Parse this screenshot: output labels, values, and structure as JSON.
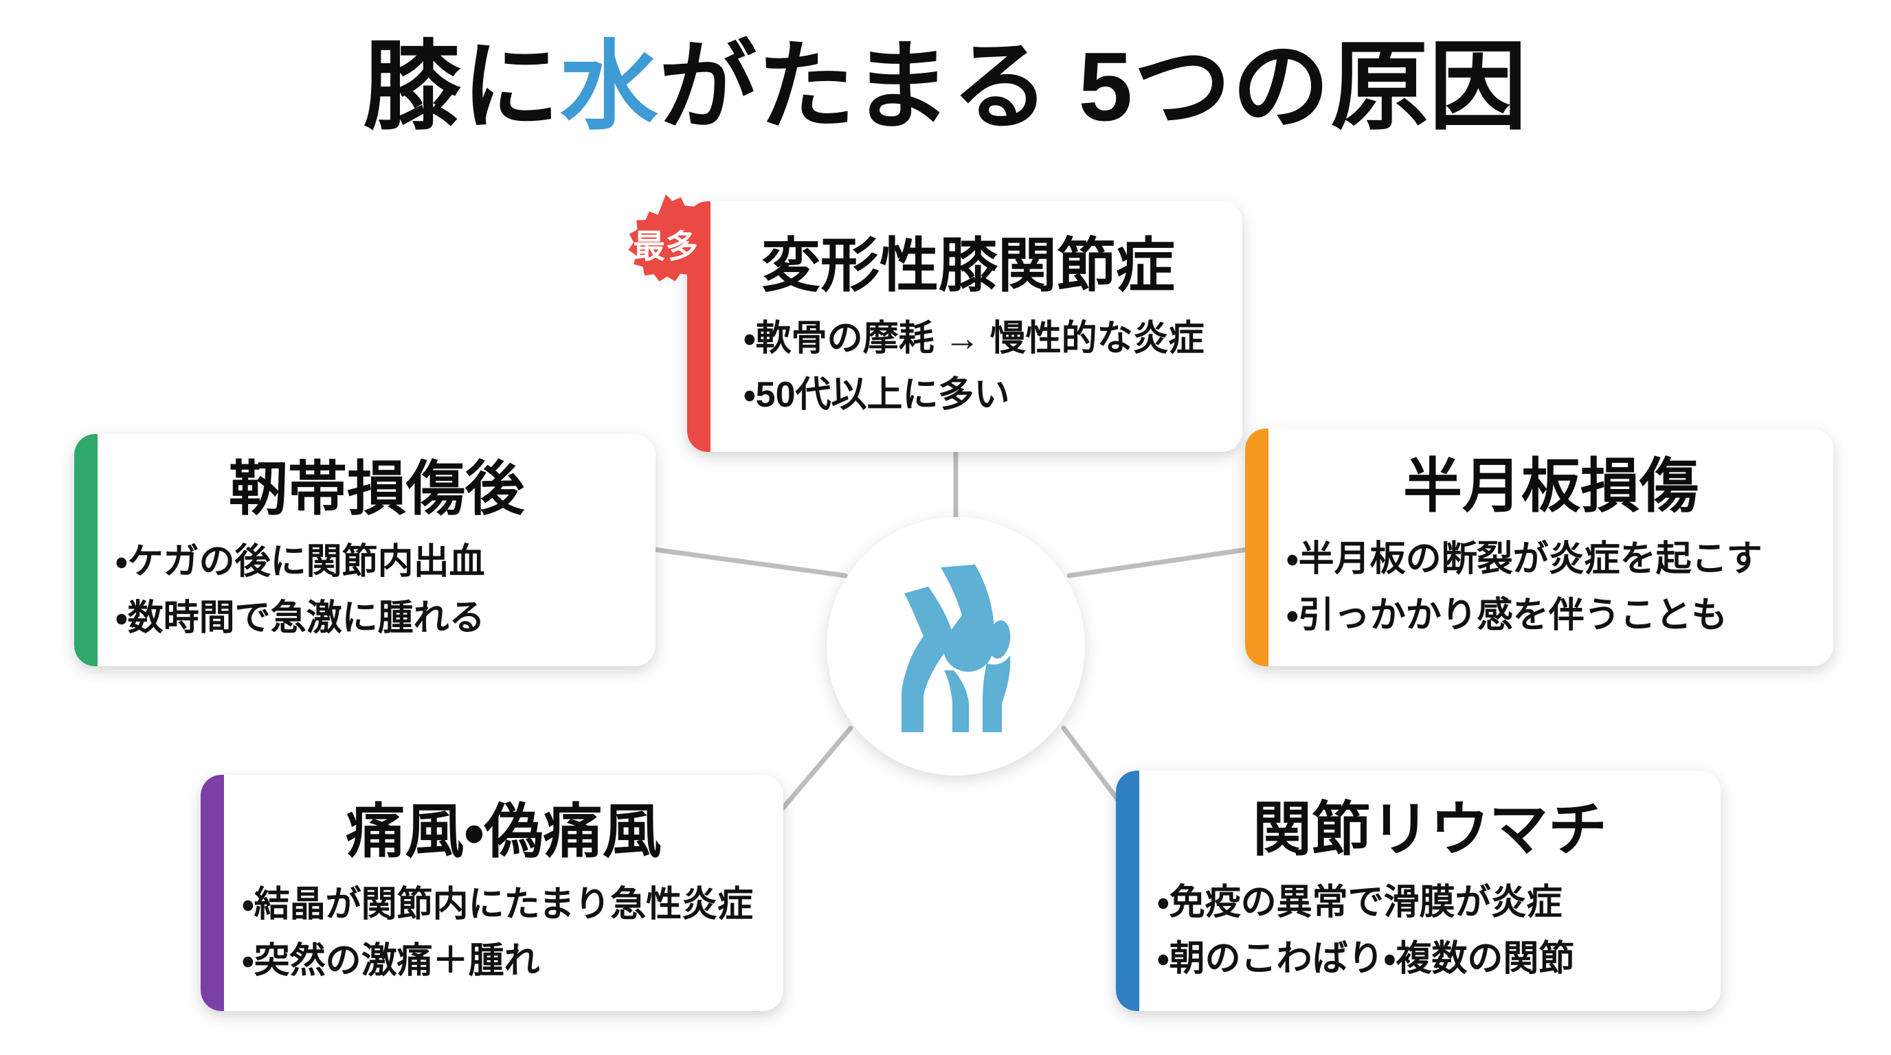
{
  "title": {
    "before": "膝に",
    "highlight": "水",
    "after": "がたまる 5つの原因",
    "full": "膝に水がたまる 5つの原因",
    "highlight_color": "#3E9BD4"
  },
  "center": {
    "icon_name": "knee-joint-icon",
    "icon_color": "#5EB0D4",
    "circle_color": "#FFFFFF"
  },
  "connector_color": "#BDBDBD",
  "badge": {
    "label": "最多",
    "color": "#EA4A43",
    "text_color": "#FFFFFF"
  },
  "cards": [
    {
      "id": "oa",
      "title": "変形性膝関節症",
      "accent_color": "#EA4A43",
      "bullets": [
        "・軟骨の摩耗 → 慢性的な炎症",
        "・50代以上に多い"
      ]
    },
    {
      "id": "ligament",
      "title": "靭帯損傷後",
      "accent_color": "#2EA96B",
      "bullets": [
        "・ケガの後に関節内出血",
        "・数時間で急激に腫れる"
      ]
    },
    {
      "id": "meniscus",
      "title": "半月板損傷",
      "accent_color": "#F39A1E",
      "bullets": [
        "・半月板の断裂が炎症を起こす",
        "・引っかかり感を伴うことも"
      ]
    },
    {
      "id": "gout",
      "title": "痛風・偽痛風",
      "accent_color": "#7B3FA6",
      "bullets": [
        "・結晶が関節内にたまり急性炎症",
        "・突然の激痛＋腫れ"
      ]
    },
    {
      "id": "ra",
      "title": "関節リウマチ",
      "accent_color": "#2E7FC4",
      "bullets": [
        "・免疫の異常で滑膜が炎症",
        "・朝のこわばり・複数の関節"
      ]
    }
  ]
}
